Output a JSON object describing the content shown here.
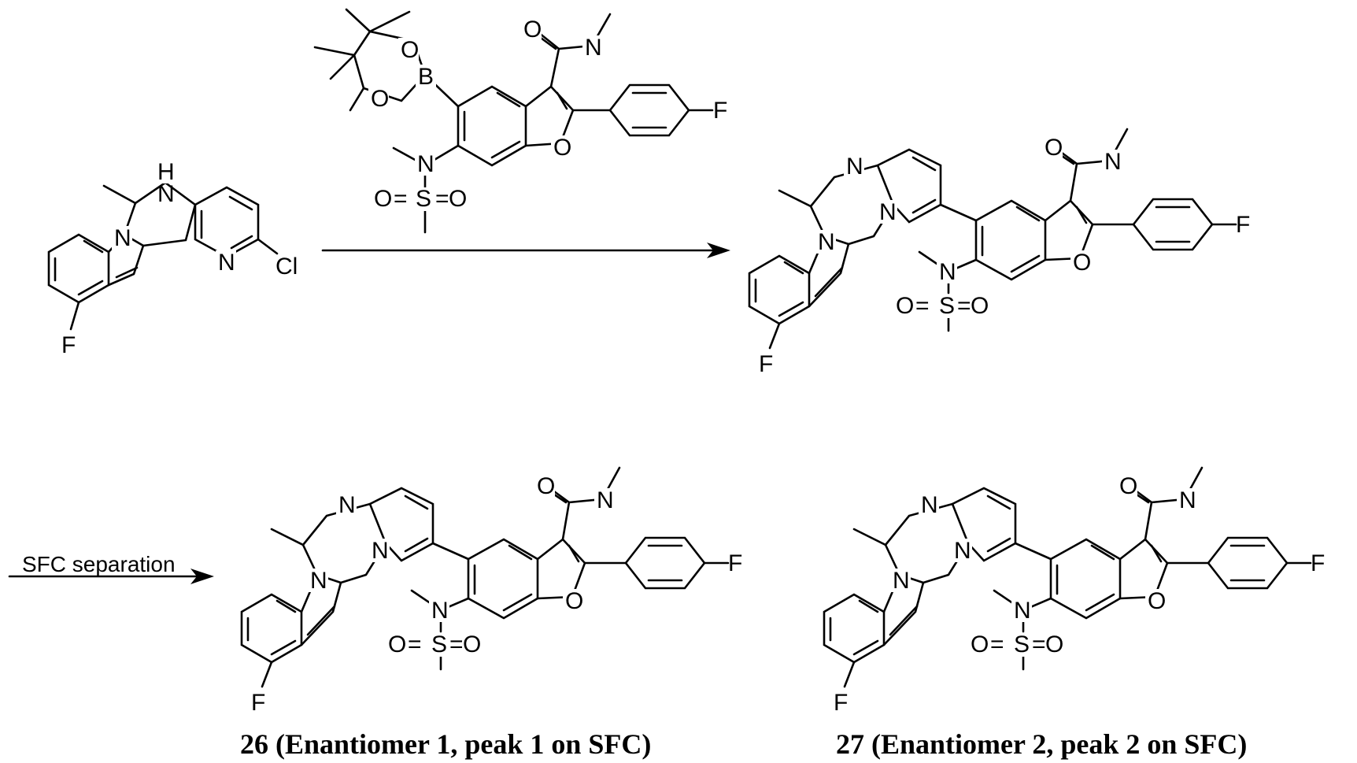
{
  "scheme": {
    "step2_condition": "SFC separation",
    "products": [
      {
        "label": "26 (Enantiomer 1, peak 1 on SFC)"
      },
      {
        "label": "27 (Enantiomer 2, peak 2 on SFC)"
      }
    ]
  },
  "atoms": {
    "N": "N",
    "H": "H",
    "F": "F",
    "Cl": "Cl",
    "O": "O",
    "B": "B",
    "S": "S"
  },
  "colors": {
    "ink": "#000000",
    "background": "#ffffff"
  }
}
